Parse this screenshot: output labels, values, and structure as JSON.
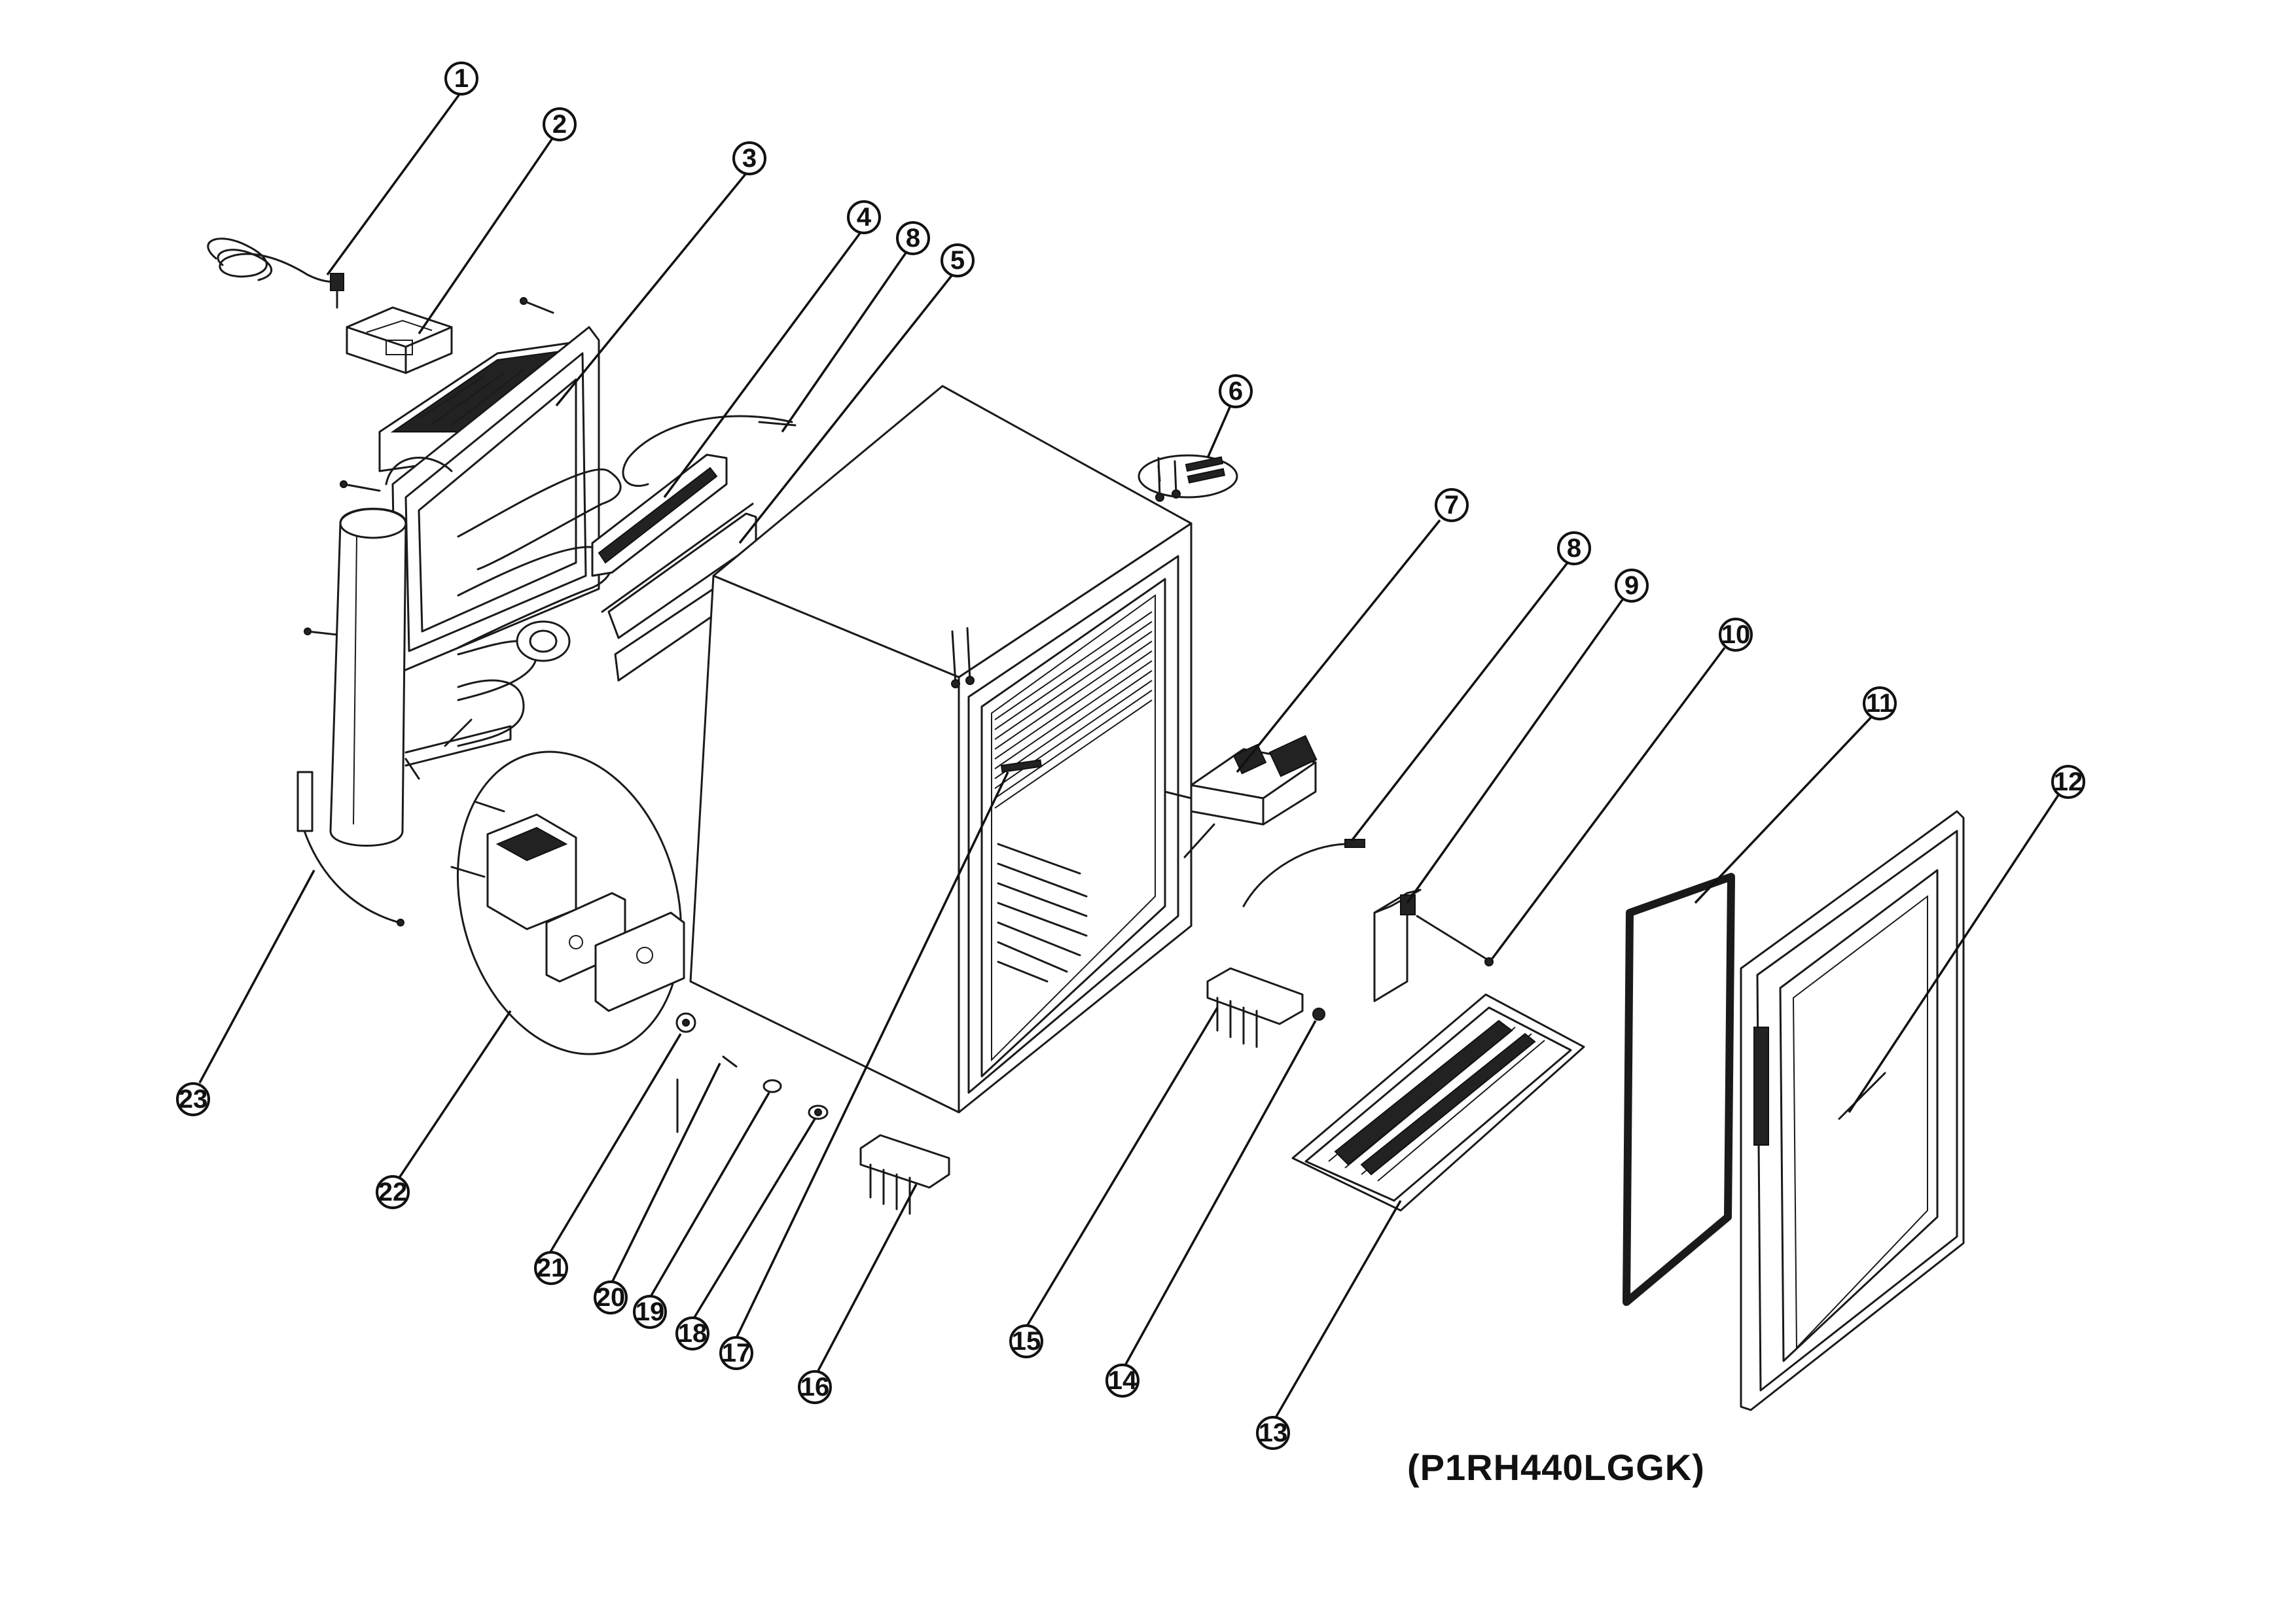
{
  "model_label": "(P1RH440LGGK)",
  "callouts": [
    {
      "number": "1"
    },
    {
      "number": "2"
    },
    {
      "number": "3"
    },
    {
      "number": "4"
    },
    {
      "number": "8"
    },
    {
      "number": "5"
    },
    {
      "number": "6"
    },
    {
      "number": "7"
    },
    {
      "number": "8"
    },
    {
      "number": "9"
    },
    {
      "number": "10"
    },
    {
      "number": "11"
    },
    {
      "number": "12"
    },
    {
      "number": "23"
    },
    {
      "number": "22"
    },
    {
      "number": "21"
    },
    {
      "number": "20"
    },
    {
      "number": "19"
    },
    {
      "number": "18"
    },
    {
      "number": "17"
    },
    {
      "number": "16"
    },
    {
      "number": "15"
    },
    {
      "number": "14"
    },
    {
      "number": "13"
    }
  ]
}
